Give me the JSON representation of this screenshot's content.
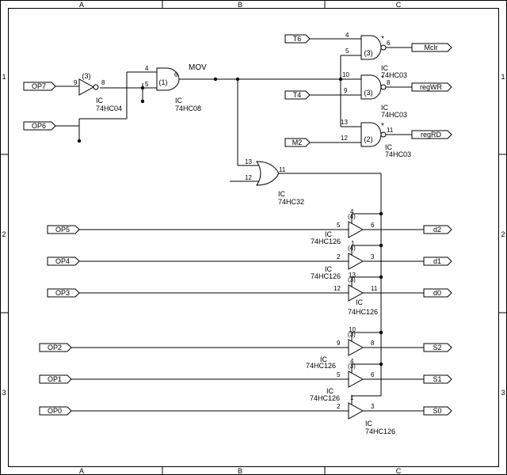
{
  "border": {
    "cols": [
      "A",
      "B",
      "C"
    ],
    "rows": [
      "1",
      "2",
      "3"
    ]
  },
  "inputs": {
    "op7": "OP7",
    "op6": "OP6",
    "op5": "OP5",
    "op4": "OP4",
    "op3": "OP3",
    "op2": "OP2",
    "op1": "OP1",
    "op0": "OP0",
    "t6": "T6",
    "t4": "T4",
    "m2": "M2"
  },
  "outputs": {
    "mclr": "Mclr",
    "regwr": "regWR",
    "regrd": "regRD",
    "d2": "d2",
    "d1": "d1",
    "d0": "d0",
    "s2": "S2",
    "s1": "S1",
    "s0": "S0"
  },
  "net": {
    "mov": "MOV"
  },
  "ic": {
    "label": "IC"
  },
  "gates": {
    "inv": {
      "part": "74HC04",
      "unit": "(3)",
      "pin_in": "9",
      "pin_out": "8"
    },
    "and": {
      "part": "74HC08",
      "unit": "(1)",
      "pin_a": "4",
      "pin_b": "5",
      "pin_out": "6"
    },
    "nand1": {
      "part": "74HC03",
      "unit": "(3)",
      "pin_a": "4",
      "pin_b": "5",
      "pin_out": "6"
    },
    "nand2": {
      "part": "74HC03",
      "unit": "(3)",
      "pin_a": "10",
      "pin_b": "9",
      "pin_out": "8"
    },
    "nand3": {
      "part": "74HC03",
      "unit": "(2)",
      "pin_a": "13",
      "pin_b": "12",
      "pin_out": "11"
    },
    "or": {
      "part": "74HC32",
      "pin_a": "13",
      "pin_b": "12",
      "pin_out": "11"
    },
    "buffers": [
      {
        "part": "74HC126",
        "unit": "(4)",
        "en": "4",
        "pin_in": "5",
        "pin_out": "6"
      },
      {
        "part": "74HC126",
        "unit": "(4)",
        "en": "1",
        "pin_in": "2",
        "pin_out": "3"
      },
      {
        "part": "74HC126",
        "unit": "(3)",
        "en": "13",
        "pin_in": "12",
        "pin_out": "11"
      },
      {
        "part": "74HC126",
        "unit": "(3)",
        "en": "10",
        "pin_in": "9",
        "pin_out": "8"
      },
      {
        "part": "74HC126",
        "unit": "(3)",
        "en": "4",
        "pin_in": "5",
        "pin_out": "6"
      },
      {
        "part": "74HC126",
        "unit": "",
        "en": "1",
        "pin_in": "2",
        "pin_out": "3"
      }
    ]
  },
  "open_collector_mark": "*"
}
